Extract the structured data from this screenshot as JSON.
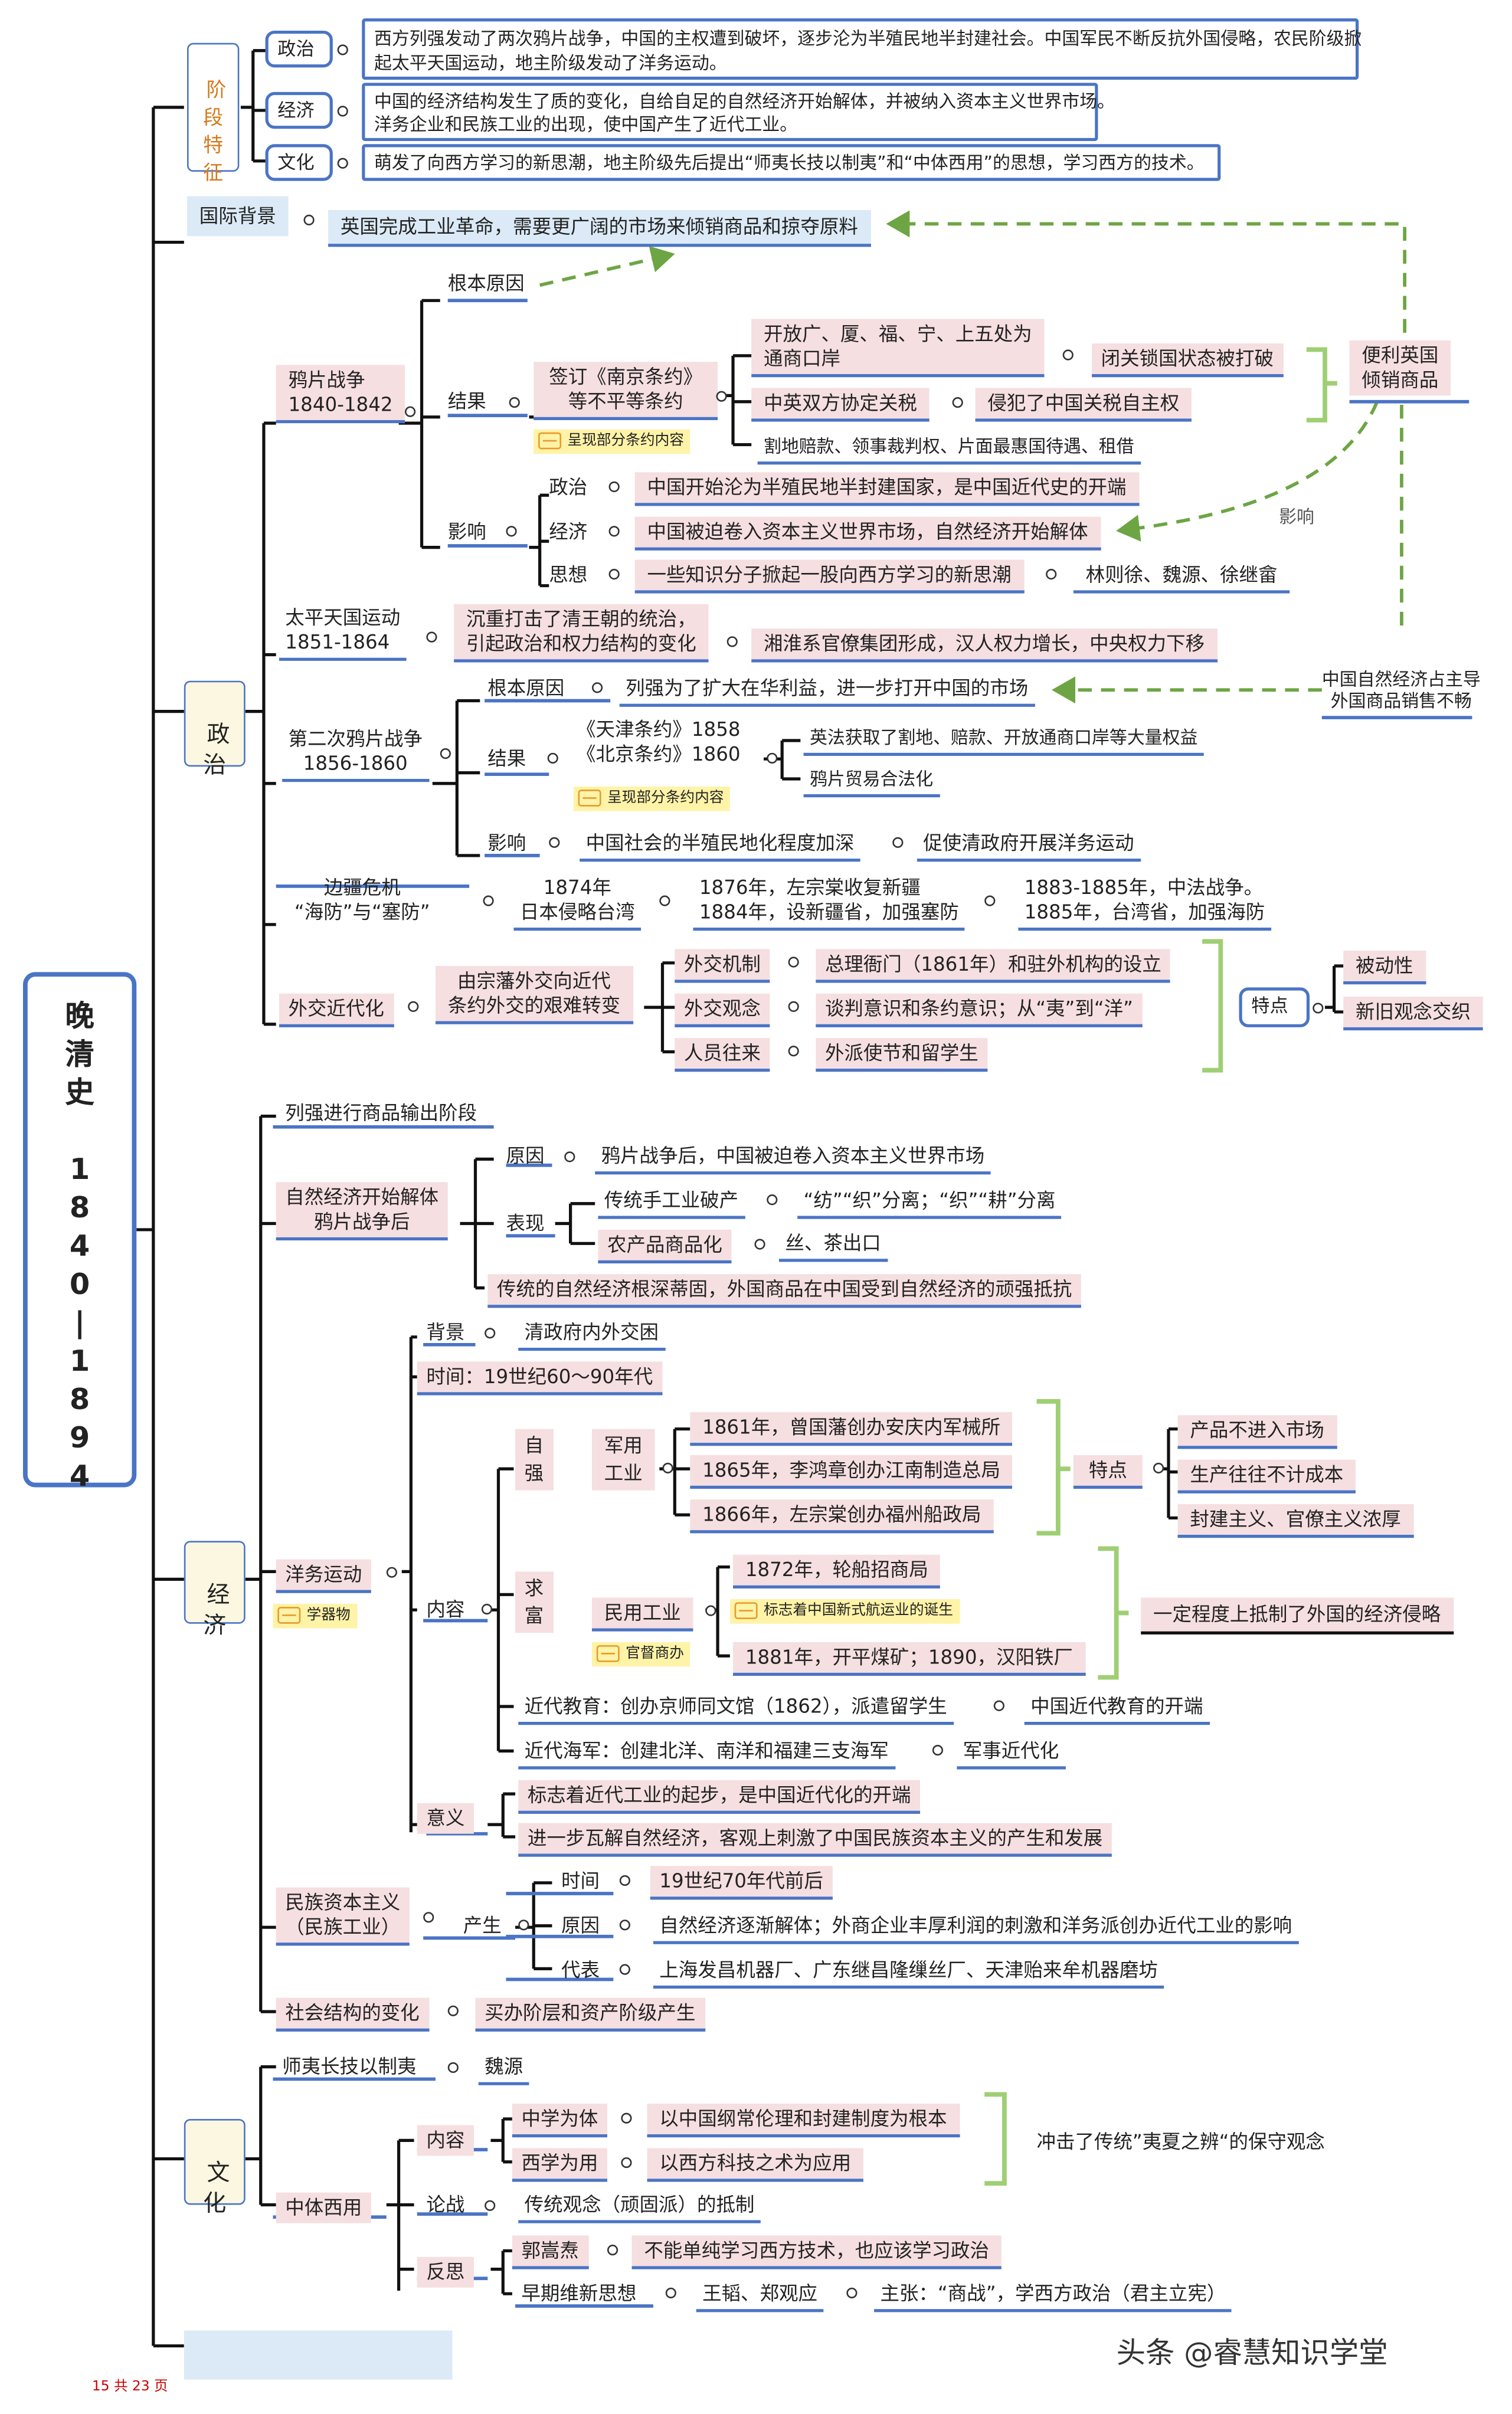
{
  "root": {
    "label": "晚\n清\n史\n\n1\n8\n4\n0\n|\n1\n8\n9\n4"
  },
  "jieduan": {
    "label": "阶\n段\n特\n征",
    "items": [
      {
        "k": "政治",
        "v1": "西方列强发动了两次鸦片战争，中国的主权遭到破坏，逐步沦为半殖民地半封建社会。中国军民不断反抗外国侵略，农民阶级掀",
        "v2": "起太平天国运动，地主阶级发动了洋务运动。"
      },
      {
        "k": "经济",
        "v1": "中国的经济结构发生了质的变化，自给自足的自然经济开始解体，并被纳入资本主义世界市场。",
        "v2": "洋务企业和民族工业的出现，使中国产生了近代工业。"
      },
      {
        "k": "文化",
        "v1": "萌发了向西方学习的新思潮，地主阶级先后提出“师夷长技以制夷”和“中体西用”的思想，学习西方的技术。"
      }
    ]
  },
  "guoji": {
    "label": "国际背景",
    "text": "英国完成工业革命，需要更广阔的市场来倾销商品和掠夺原料"
  },
  "zhengzhi": {
    "label": "政\n治",
    "yapian": {
      "l1": "鸦片战争",
      "l2": "1840-1842",
      "genben": "根本原因",
      "jieguo": "结果",
      "yingxiang": "影响",
      "nanjing1": "签订《南京条约》",
      "nanjing2": "等不平等条约",
      "note": "呈现部分条约内容",
      "r1a": "开放广、厦、福、宁、上五处为",
      "r1b": "通商口岸",
      "r1c": "闭关锁国状态被打破",
      "r2a": "中英双方协定关税",
      "r2b": "侵犯了中国关税自主权",
      "r3": "割地赔款、领事裁判权、片面最惠国待遇、租借",
      "bianli1": "便利英国",
      "bianli2": "倾销商品",
      "yx_zz": "政治",
      "yx_zz_v": "中国开始沦为半殖民地半封建国家，是中国近代史的开端",
      "yx_jj": "经济",
      "yx_jj_v": "中国被迫卷入资本主义世界市场，自然经济开始解体",
      "yx_sx": "思想",
      "yx_sx_v": "一些知识分子掀起一股向西方学习的新思潮",
      "yx_sx_p": "林则徐、魏源、徐继畲",
      "yx_arrow": "影响"
    },
    "taiping": {
      "l1": "太平天国运动",
      "l2": "1851-1864",
      "a1": "沉重打击了清王朝的统治，",
      "a2": "引起政治和权力结构的变化",
      "b": "湘淮系官僚集团形成，汉人权力增长，中央权力下移"
    },
    "natural": {
      "l1": "中国自然经济占主导",
      "l2": "外国商品销售不畅"
    },
    "dierci": {
      "l1": "第二次鸦片战争",
      "l2": "1856-1860",
      "genben": "根本原因",
      "genben_v": "列强为了扩大在华利益，进一步打开中国的市场",
      "jieguo": "结果",
      "t1": "《天津条约》1858",
      "t2": "《北京条约》1860",
      "note": "呈现部分条约内容",
      "r1": "英法获取了割地、赔款、开放通商口岸等大量权益",
      "r2": "鸦片贸易合法化",
      "yingxiang": "影响",
      "yx1": "中国社会的半殖民地化程度加深",
      "yx2": "促使清政府开展洋务运动"
    },
    "bianjiang": {
      "l1": "边疆危机",
      "l2": "“海防”与“塞防”",
      "a1": "1874年",
      "a2": "日本侵略台湾",
      "b1": "1876年，左宗棠收复新疆",
      "b2": "1884年，设新疆省，加强塞防",
      "c1": "1883-1885年，中法战争。",
      "c2": "1885年，台湾省，加强海防"
    },
    "waijiao": {
      "label": "外交近代化",
      "m1": "由宗藩外交向近代",
      "m2": "条约外交的艰难转变",
      "items": [
        {
          "k": "外交机制",
          "v": "总理衙门（1861年）和驻外机构的设立"
        },
        {
          "k": "外交观念",
          "v": "谈判意识和条约意识；从“夷”到“洋”"
        },
        {
          "k": "人员往来",
          "v": "外派使节和留学生"
        }
      ],
      "tedian": "特点",
      "t1": "被动性",
      "t2": "新旧观念交织"
    }
  },
  "jingji": {
    "label": "经\n济",
    "shuchu": "列强进行商品输出阶段",
    "ziran": {
      "l1": "自然经济开始解体",
      "l2": "鸦片战争后",
      "yuanyin": "原因",
      "yuanyin_v": "鸦片战争后，中国被迫卷入资本主义世界市场",
      "biaoxian": "表现",
      "bx1": "传统手工业破产",
      "bx1v": "“纺”“织”分离；“织”“耕”分离",
      "bx2": "农产品商品化",
      "bx2v": "丝、茶出口",
      "dikang": "传统的自然经济根深蒂固，外国商品在中国受到自然经济的顽强抵抗"
    },
    "yangwu": {
      "label": "洋务运动",
      "note": "学器物",
      "beijing": "背景",
      "beijing_v": "清政府内外交困",
      "shijian": "时间：19世纪60～90年代",
      "neirong": "内容",
      "ziqiang": "自\n强",
      "junyong": "军用\n工业",
      "j1": "1861年，曾国藩创办安庆内军械所",
      "j2": "1865年，李鸿章创办江南制造总局",
      "j3": "1866年，左宗棠创办福州船政局",
      "tedian": "特点",
      "td1": "产品不进入市场",
      "td2": "生产往往不计成本",
      "td3": "封建主义、官僚主义浓厚",
      "qiufu": "求\n富",
      "minyong": "民用工业",
      "guandu": "官督商办",
      "m1": "1872年，轮船招商局",
      "m_note": "标志着中国新式航运业的诞生",
      "m2": "1881年，开平煤矿；1890，汉阳铁厂",
      "dizhi": "一定程度上抵制了外国的经济侵略",
      "jiaoyu": "近代教育：创办京师同文馆（1862），派遣留学生",
      "jiaoyu_v": "中国近代教育的开端",
      "haijun": "近代海军：创建北洋、南洋和福建三支海军",
      "haijun_v": "军事近代化",
      "yiyi": "意义",
      "yy1": "标志着近代工业的起步，是中国近代化的开端",
      "yy2": "进一步瓦解自然经济，客观上刺激了中国民族资本主义的产生和发展"
    },
    "minzu": {
      "l1": "民族资本主义",
      "l2": "（民族工业）",
      "chansheng": "产生",
      "shijian": "时间",
      "shijian_v": "19世纪70年代前后",
      "yuanyin": "原因",
      "yuanyin_v": "自然经济逐渐解体；外商企业丰厚利润的刺激和洋务派创办近代工业的影响",
      "daibiao": "代表",
      "daibiao_v": "上海发昌机器厂、广东继昌隆缫丝厂、天津贻来牟机器磨坊"
    },
    "shehui": {
      "label": "社会结构的变化",
      "v": "买办阶层和资产阶级产生"
    }
  },
  "wenhua": {
    "label": "文\n化",
    "shiyi": "师夷长技以制夷",
    "weiyuan": "魏源",
    "zhongti": "中体西用",
    "neirong": "内容",
    "zx": "中学为体",
    "zx_v": "以中国纲常伦理和封建制度为根本",
    "xx": "西学为用",
    "xx_v": "以西方科技之术为应用",
    "chongji": "冲击了传统”夷夏之辨“的保守观念",
    "lunzhan": "论战",
    "lunzhan_v": "传统观念（顽固派）的抵制",
    "fansi": "反思",
    "gsd": "郭嵩焘",
    "gsd_v": "不能单纯学习西方技术，也应该学习政治",
    "zaoqi": "早期维新思想",
    "wz": "王韬、郑观应",
    "zz": "主张：“商战”，学西方政治（君主立宪）"
  },
  "footer": {
    "wm": "头条 @睿慧知识学堂",
    "page": "15 共 23 页"
  }
}
